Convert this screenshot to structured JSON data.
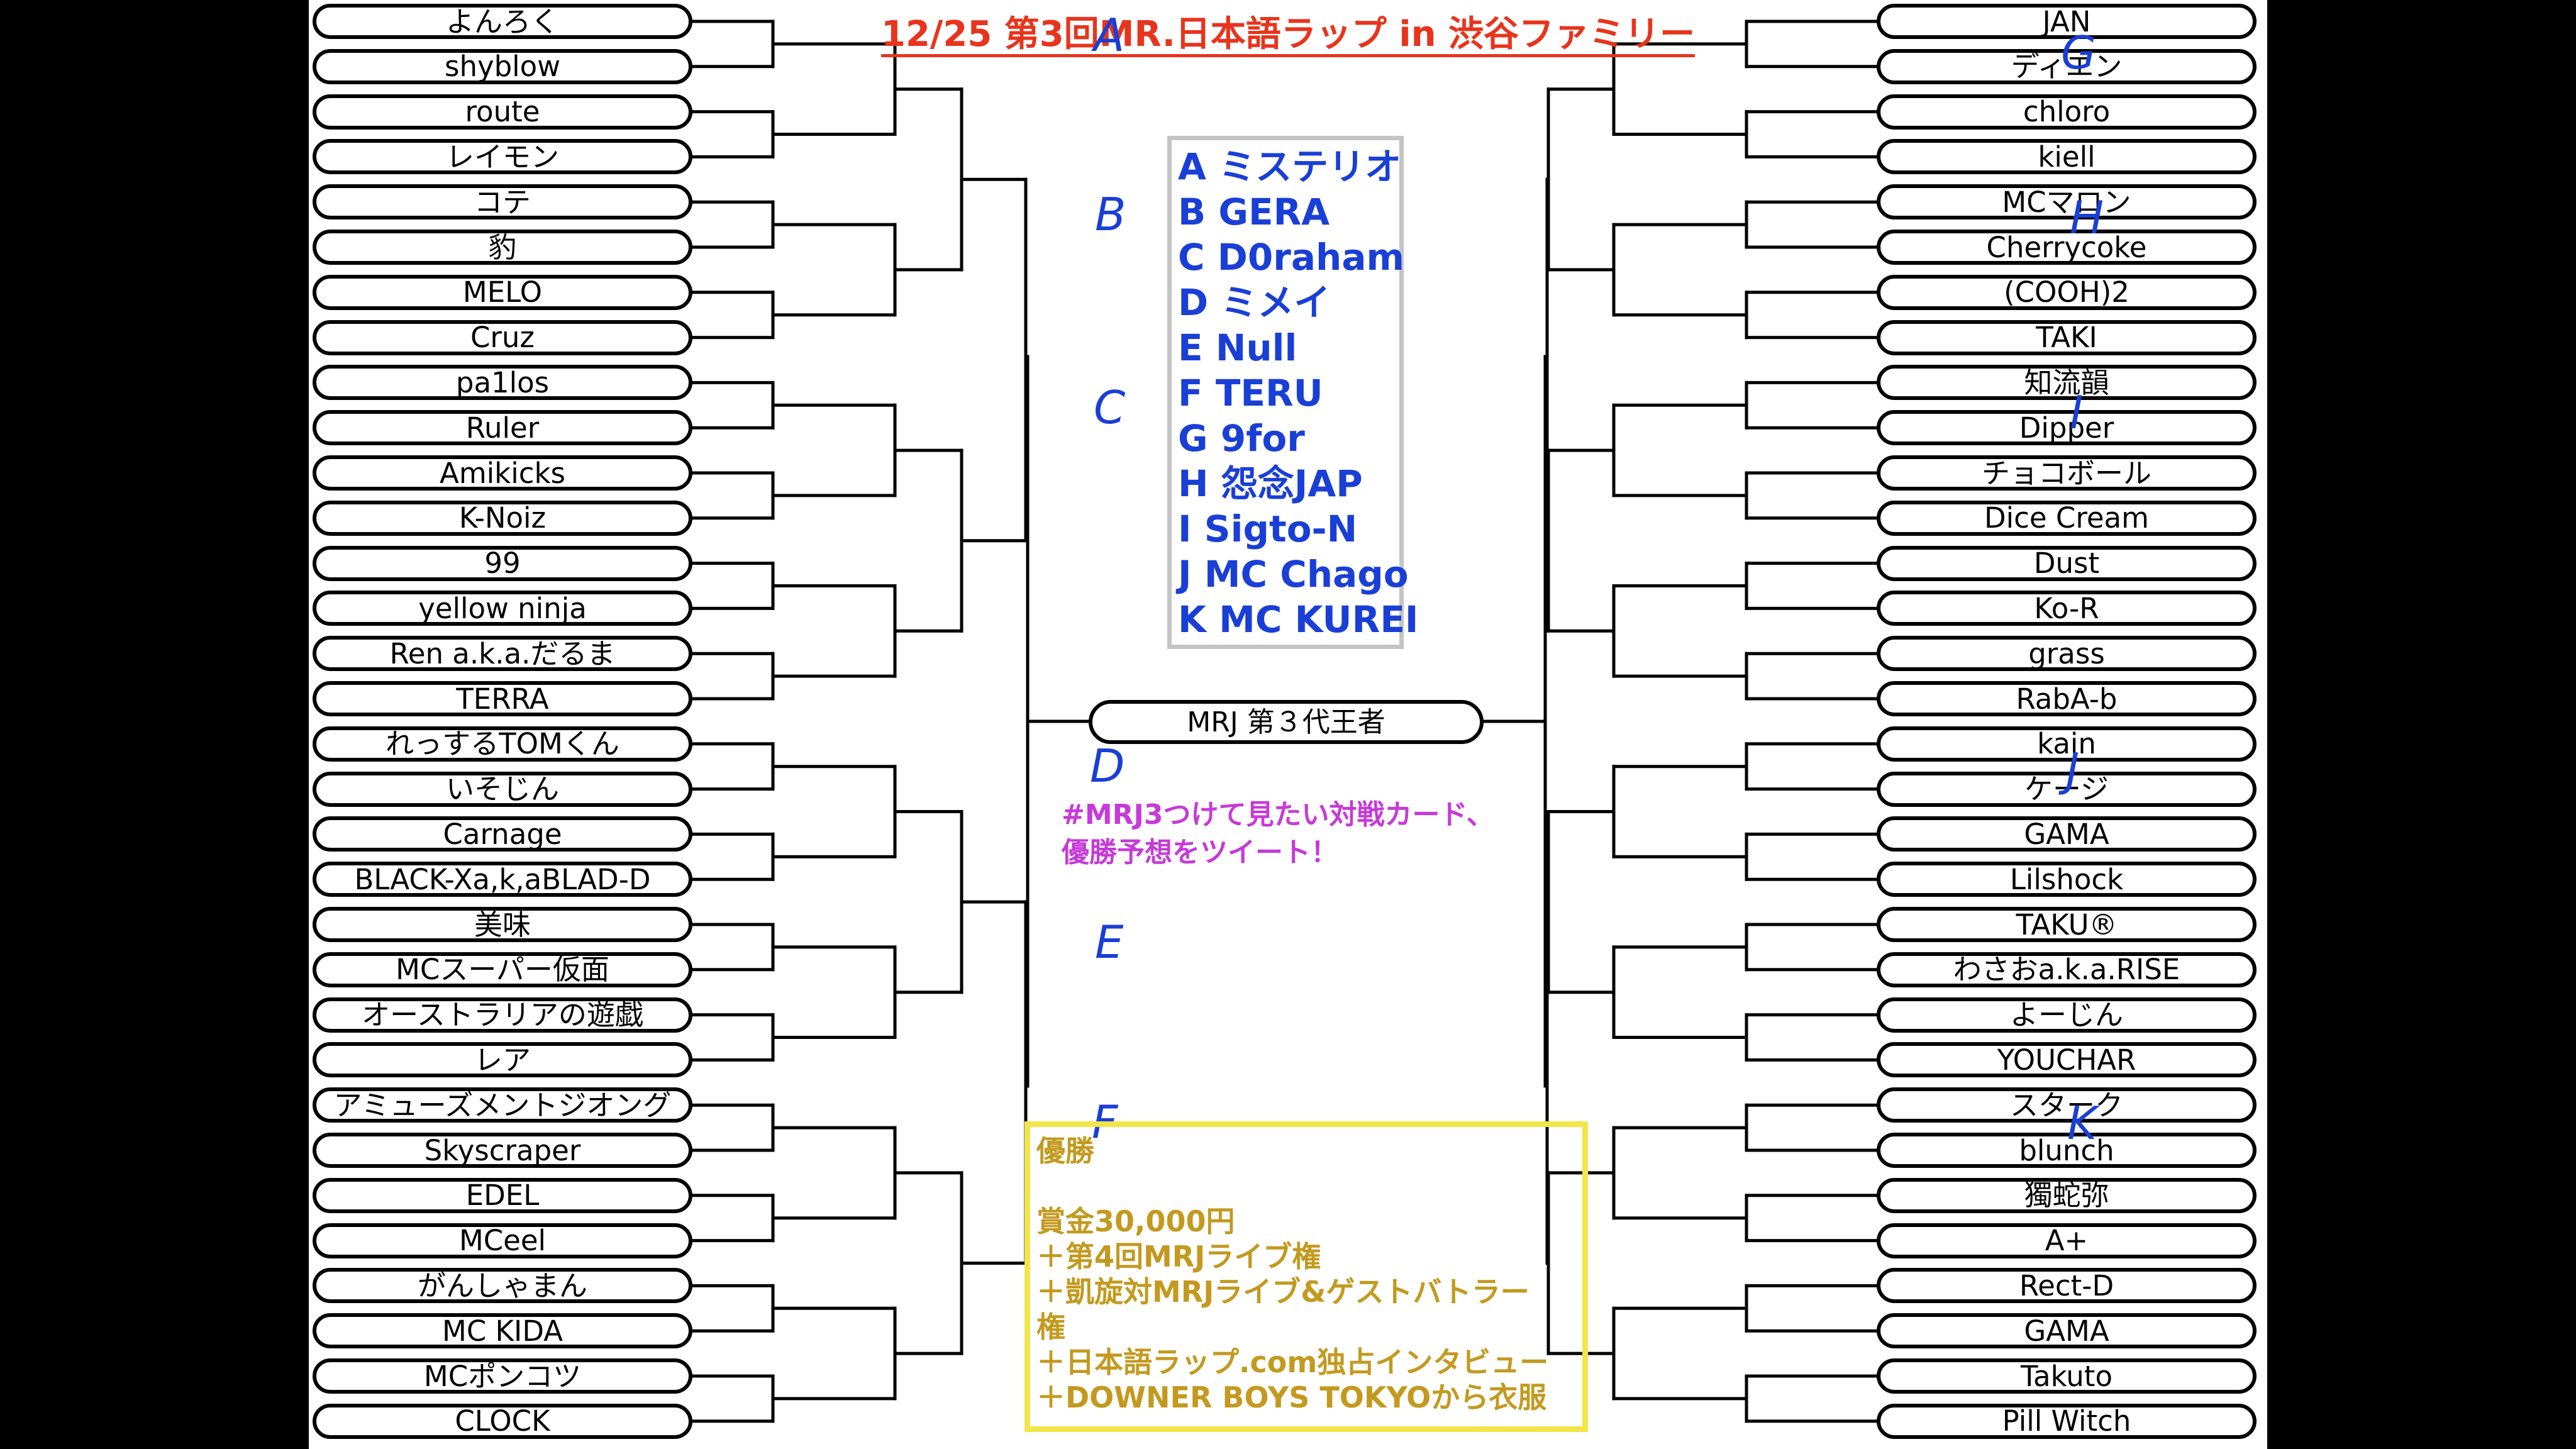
{
  "title": "12/25 第3回MR.日本語ラップ in 渋谷ファミリー",
  "left_players": [
    "よんろく",
    "shyblow",
    "route",
    "レイモン",
    "コテ",
    "豹",
    "MELO",
    "Cruz",
    "pa1los",
    "Ruler",
    "Amikicks",
    "K-Noiz",
    "99",
    "yellow ninja",
    "Ren a.k.a.だるま",
    "TERRA",
    "れっするTOMくん",
    "いそじん",
    "Carnage",
    "BLACK-Xa,k,aBLAD-D",
    "美味",
    "MCスーパー仮面",
    "オーストラリアの遊戯",
    "レア",
    "アミューズメントジオング",
    "Skyscraper",
    "EDEL",
    "MCeel",
    "がんしゃまん",
    "MC KIDA",
    "MCポンコツ",
    "CLOCK"
  ],
  "right_players": [
    "JAN",
    "ディエン",
    "chloro",
    "kiell",
    "MCマロン",
    "Cherrycoke",
    "(COOH)2",
    "TAKI",
    "知流韻",
    "Dipper",
    "チョコボール",
    "Dice Cream",
    "Dust",
    "Ko-R",
    "grass",
    "RabA-b",
    "kain",
    "ケージ",
    "GAMA",
    "Lilshock",
    "TAKU®",
    "わさおa.k.a.RISE",
    "よーじん",
    "YOUCHAR",
    "スターク",
    "blunch",
    "獨蛇弥",
    "A+",
    "Rect-D",
    "GAMA",
    "Takuto",
    "Pill Witch"
  ],
  "left_groups": [
    "A",
    "B",
    "C",
    "D",
    "E",
    "F"
  ],
  "right_groups": [
    "G",
    "H",
    "I",
    "J",
    "K"
  ],
  "seeds": [
    {
      "letter": "A",
      "name": "ミステリオ"
    },
    {
      "letter": "B",
      "name": "GERA"
    },
    {
      "letter": "C",
      "name": "D0raham"
    },
    {
      "letter": "D",
      "name": "ミメイ"
    },
    {
      "letter": "E",
      "name": "Null"
    },
    {
      "letter": "F",
      "name": "TERU"
    },
    {
      "letter": "G",
      "name": "9for"
    },
    {
      "letter": "H",
      "name": "怨念JAP"
    },
    {
      "letter": "I",
      "name": "Sigto-N"
    },
    {
      "letter": "J",
      "name": "MC Chago"
    },
    {
      "letter": "K",
      "name": "MC KUREI"
    }
  ],
  "champion_label": "MRJ 第３代王者",
  "tweet_lines": [
    "#MRJ3つけて見たい対戦カード、",
    "優勝予想をツイート！"
  ],
  "prize_lines": [
    "優勝",
    "",
    "賞金30,000円",
    "＋第4回MRJライブ権",
    "＋凱旋対MRJライブ&ゲストバトラー",
    "権",
    "＋日本語ラップ.com独占インタビュー",
    "＋DOWNER BOYS TOKYOから衣服"
  ],
  "colors": {
    "title": "#e8341c",
    "group_label": "#1a3fd6",
    "seed_text": "#1a3fd6",
    "tweet": "#c63ad8",
    "prize_text": "#c39a1f",
    "prize_border": "#f2e54a",
    "seed_border": "#c4c4c4"
  }
}
